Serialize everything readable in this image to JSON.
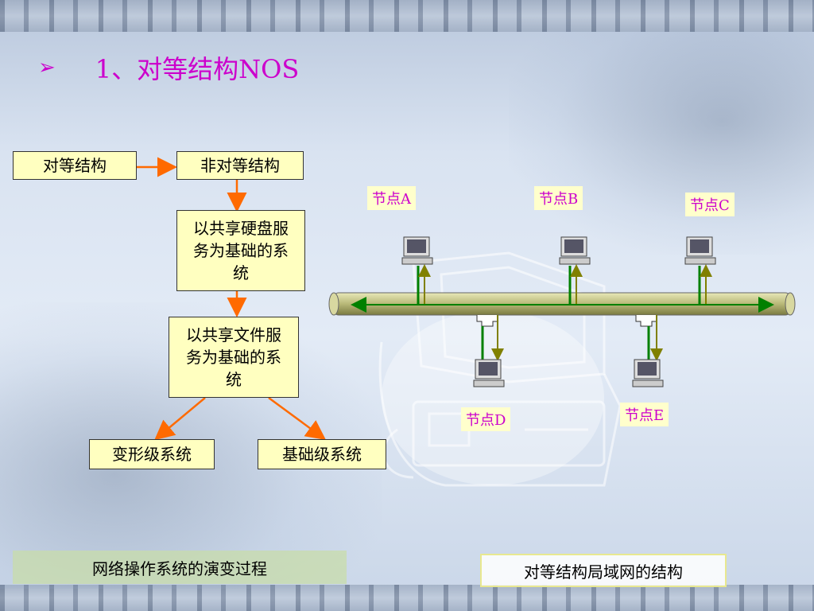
{
  "slide": {
    "title": "1、对等结构NOS",
    "bullet": "➢"
  },
  "left_diagram": {
    "box1": "对等结构",
    "box2": "非对等结构",
    "box3": "以共享硬盘服务为基础的系统",
    "box4": "以共享文件服务为基础的系统",
    "box5": "变形级系统",
    "box6": "基础级系统",
    "caption": "网络操作系统的演变过程"
  },
  "right_diagram": {
    "nodes": {
      "a": "节点A",
      "b": "节点B",
      "c": "节点C",
      "d": "节点D",
      "e": "节点E"
    },
    "caption": "对等结构局域网的结构"
  },
  "colors": {
    "title": "#cc00cc",
    "arrow": "#ff6a00",
    "box_fill": "#ffffc0",
    "bus": "#c8c890",
    "green": "#008000",
    "olive": "#808000"
  }
}
